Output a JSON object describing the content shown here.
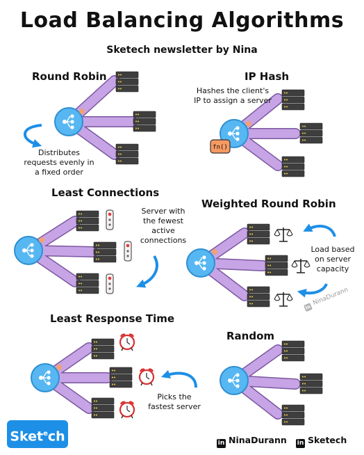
{
  "title": "Load Balancing Algorithms",
  "subtitle": "Sketech newsletter by Nina",
  "sections": {
    "round_robin": {
      "title": "Round Robin",
      "note": "Distributes requests evenly in a fixed order"
    },
    "ip_hash": {
      "title": "IP Hash",
      "note": "Hashes the client's IP to assign a server",
      "fn_label": "fn()"
    },
    "least_connections": {
      "title": "Least Connections",
      "note": "Server with the fewest active connections"
    },
    "weighted_round_robin": {
      "title": "Weighted Round Robin",
      "note": "Load based on server capacity"
    },
    "least_response_time": {
      "title": "Least Response Time",
      "note": "Picks the fastest server"
    },
    "random": {
      "title": "Random"
    }
  },
  "watermark": "NinaDurann",
  "logo": {
    "main": "Sket",
    "sup": "e",
    "end": "ch"
  },
  "footer": {
    "linkedin_icon": "in",
    "author": "NinaDurann",
    "brand": "Sketech"
  },
  "colors": {
    "branch": "#c7a4e5",
    "hub": "#57b7f2",
    "server": "#3e3e3e",
    "accent": "#1d8fe6",
    "dot": "#f0a274",
    "fn": "#f79a62"
  }
}
